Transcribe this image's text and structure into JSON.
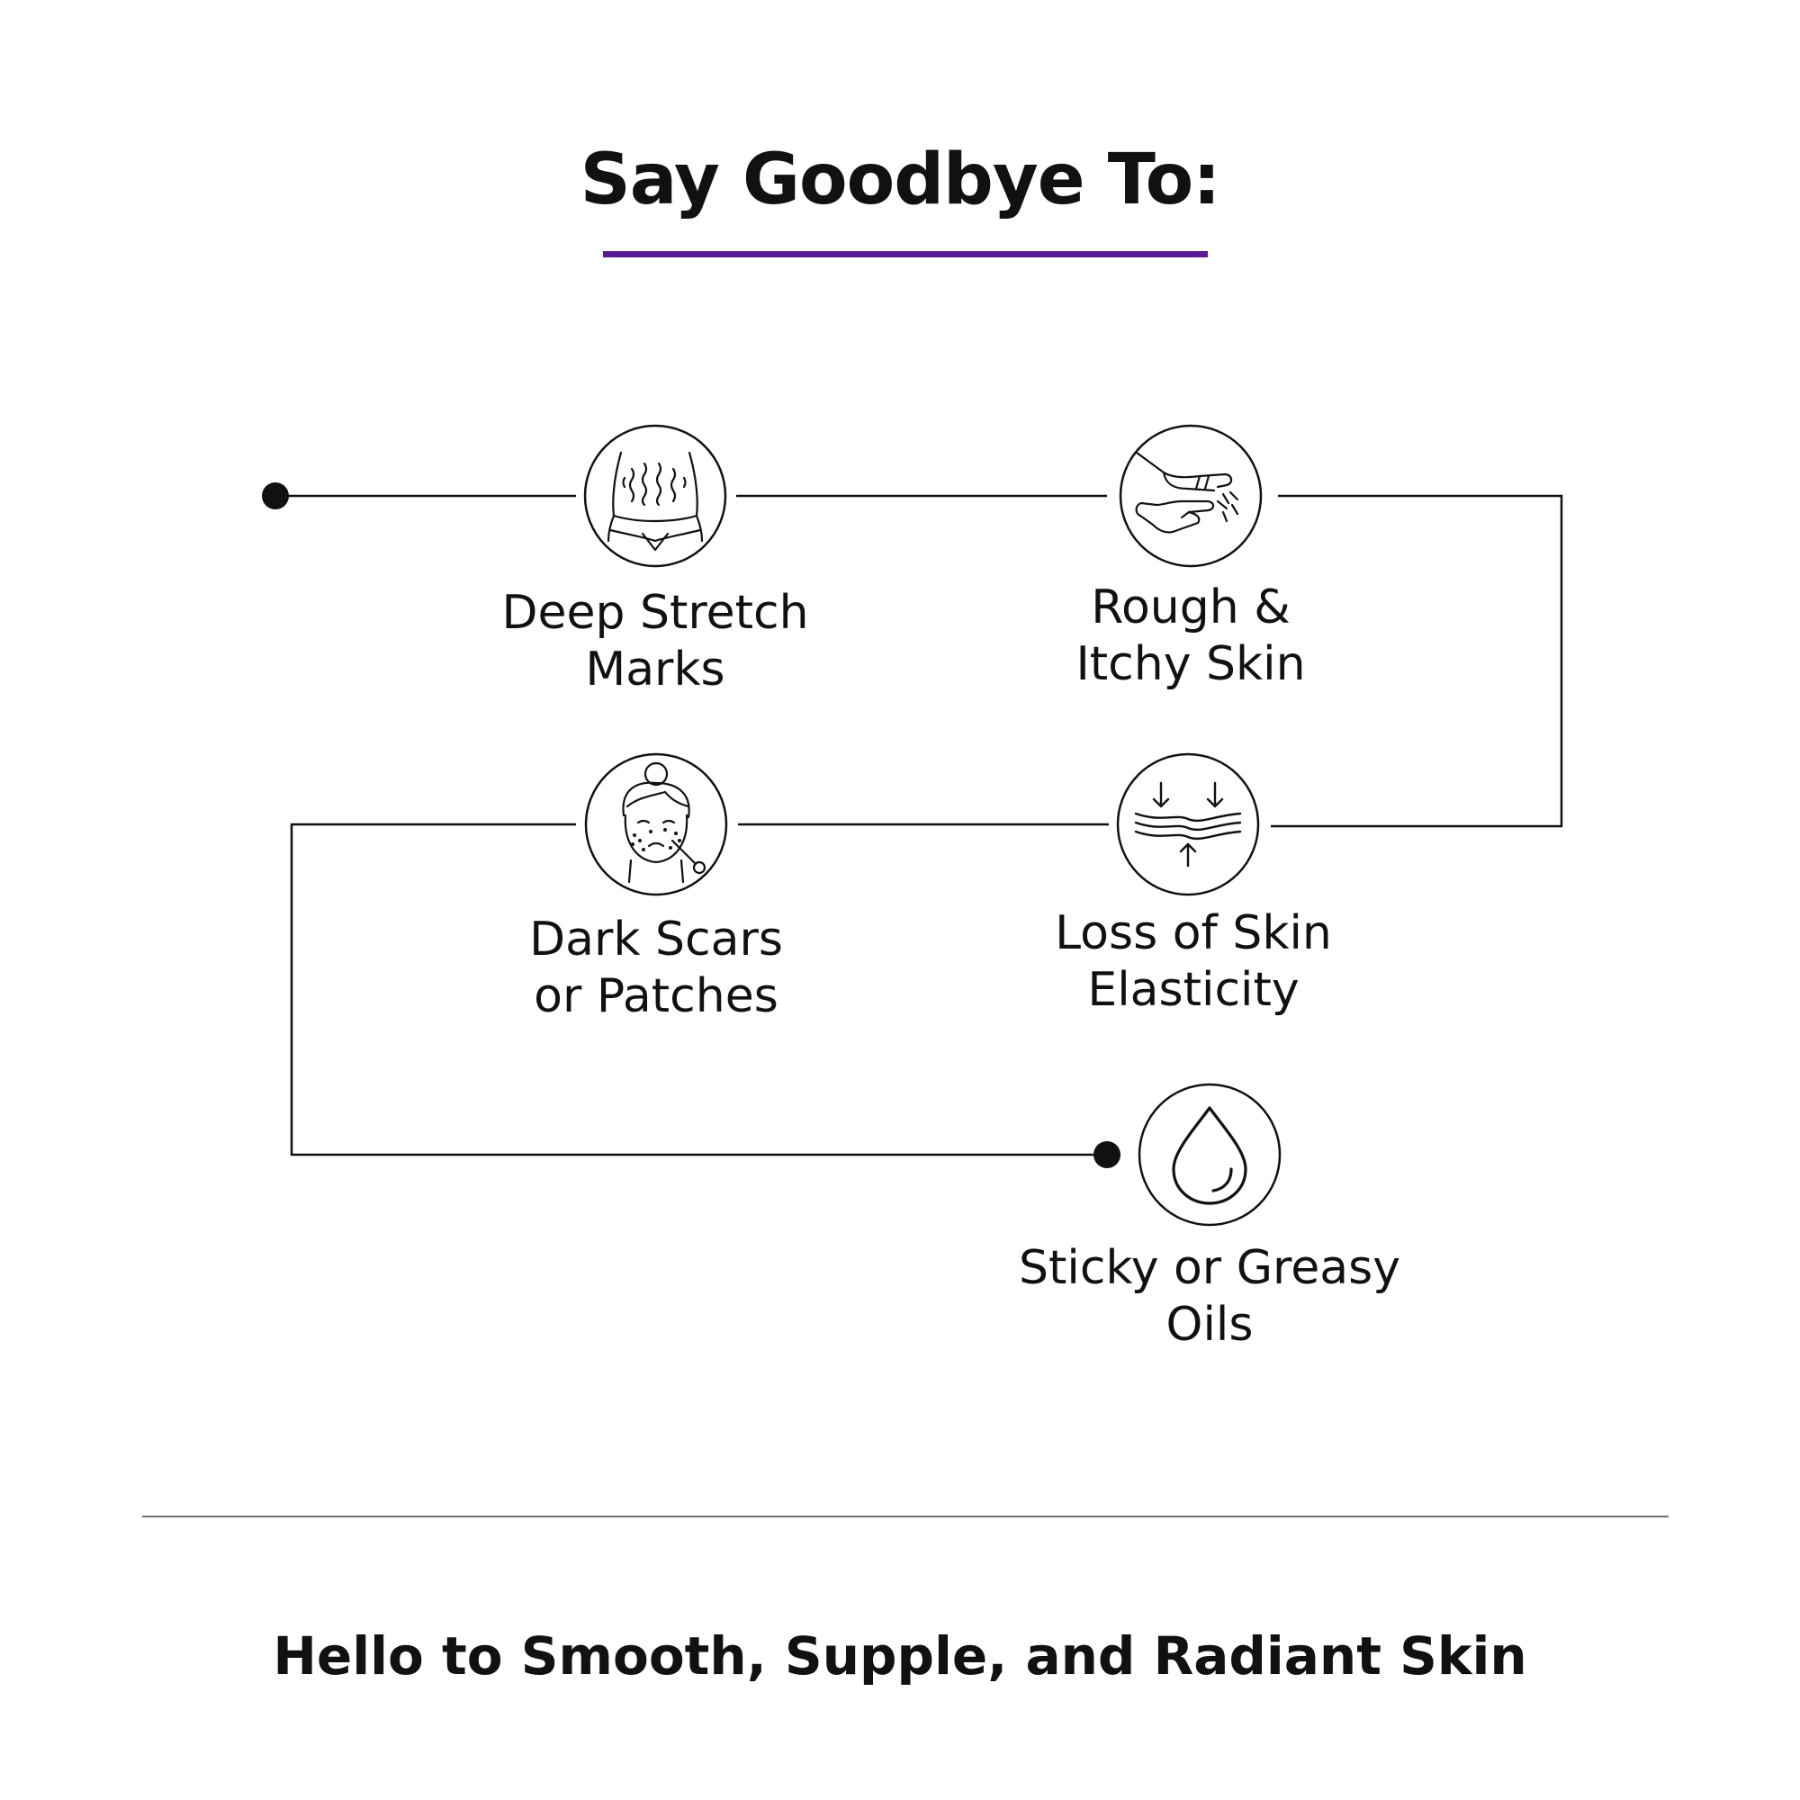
{
  "heading": "Say Goodbye To:",
  "tagline": "Hello to Smooth, Supple, and Radiant Skin",
  "colors": {
    "accent": "#5b1895",
    "ink": "#111111",
    "divider": "#6e6e6e",
    "background": "#ffffff"
  },
  "items": [
    {
      "label": "Deep Stretch\nMarks",
      "icon": "stretch-marks-torso-icon"
    },
    {
      "label": "Rough &\nItchy Skin",
      "icon": "itchy-hand-scratch-icon"
    },
    {
      "label": "Loss of Skin\nElasticity",
      "icon": "skin-compression-arrows-icon"
    },
    {
      "label": "Dark Scars\nor Patches",
      "icon": "face-acne-roller-icon"
    },
    {
      "label": "Sticky or Greasy\nOils",
      "icon": "oil-drop-icon"
    }
  ]
}
